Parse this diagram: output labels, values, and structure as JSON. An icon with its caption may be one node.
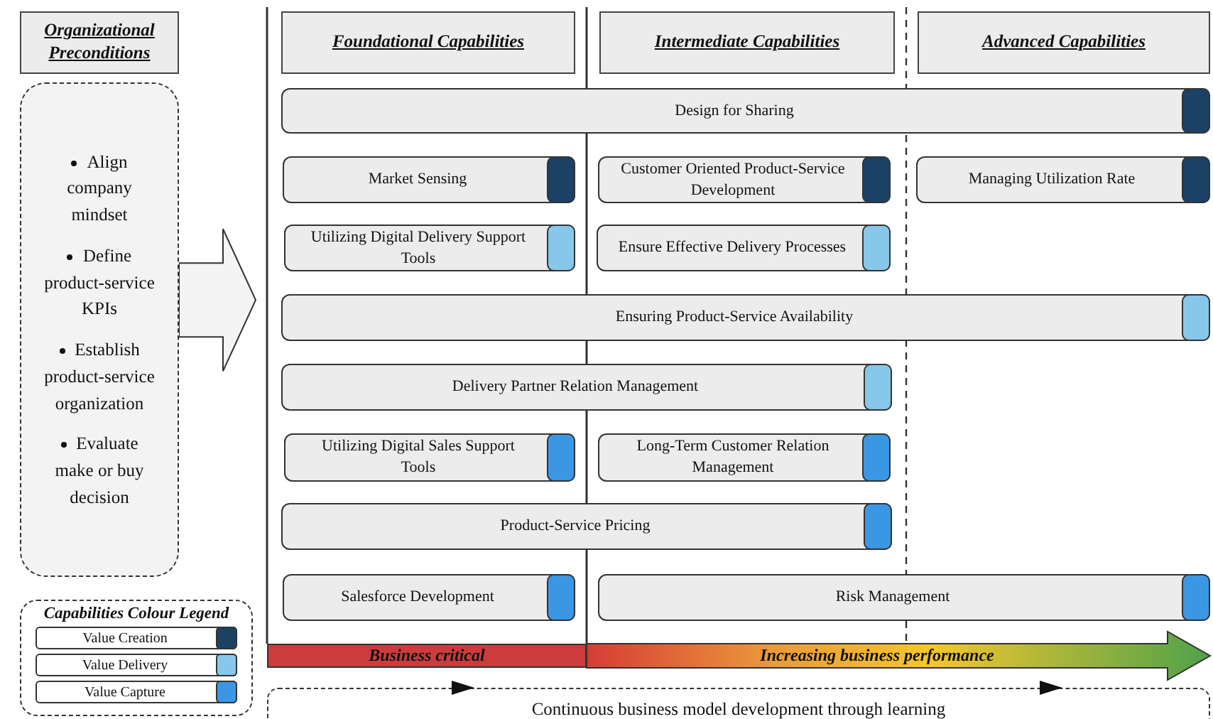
{
  "diagram": {
    "nodes": [
      {
        "text": [
          "Organizational Preconditions"
        ]
      },
      {
        "text": [
          "Align company mindset",
          "Define product-service KPIs",
          "Establish product-service organization",
          "Evaluate make or buy decision"
        ]
      },
      {
        "text": [
          "Foundational Capabilities"
        ]
      },
      {
        "text": [
          "Intermediate Capabilities"
        ]
      },
      {
        "text": [
          "Advanced Capabilities"
        ]
      },
      {
        "text": [
          "Design for Sharing"
        ]
      },
      {
        "text": [
          "Market Sensing"
        ]
      },
      {
        "text": [
          "Customer Oriented Product-Service Development"
        ]
      },
      {
        "text": [
          "Managing Utilization Rate"
        ]
      },
      {
        "text": [
          "Utilizing Digital Delivery Support Tools"
        ]
      },
      {
        "text": [
          "Ensure Effective Delivery Processes"
        ]
      },
      {
        "text": [
          "Ensuring Product-Service Availability"
        ]
      },
      {
        "text": [
          "Delivery Partner Relation Management"
        ]
      },
      {
        "text": [
          "Utilizing Digital Sales Support Tools"
        ]
      },
      {
        "text": [
          "Long-Term Customer Relation Management"
        ]
      },
      {
        "text": [
          "Product-Service Pricing"
        ]
      },
      {
        "text": [
          "Salesforce Development"
        ]
      },
      {
        "text": [
          "Risk Management"
        ]
      },
      {
        "text": [
          "Business critical"
        ]
      },
      {
        "text": [
          "Continuous business model development through learning"
        ]
      }
    ],
    "edges": [
      {
        "from": 1,
        "to": null,
        "arrow": "to",
        "style": "thick"
      },
      {
        "from": 18,
        "to": null,
        "arrow": "to",
        "style": "thick",
        "label": "Increasing business performance"
      }
    ],
    "labels": [
      "Capabilities Colour Legend"
    ],
    "legend": [
      {
        "text": "Value Creation",
        "color": "#1b4265"
      },
      {
        "text": "Value Delivery",
        "color": "#87c8ea"
      },
      {
        "text": "Value Capture",
        "color": "#3b97e3"
      }
    ]
  }
}
